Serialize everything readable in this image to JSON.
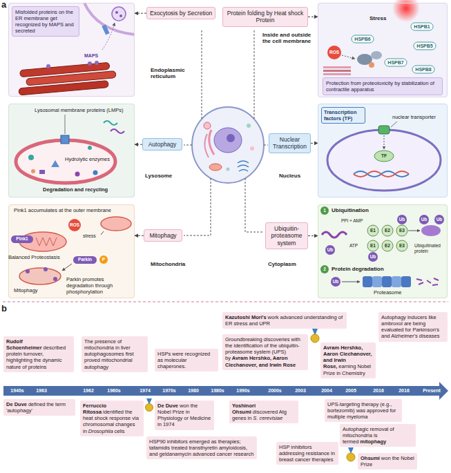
{
  "diagram": {
    "nodes": [
      {
        "text": [
          "Endoplasmic reticulum"
        ]
      },
      {
        "text": [
          "Misfolded proteins on the ER membrane get recognized by MAPS and secreted"
        ],
        "in": 0
      },
      {
        "text": [
          "Exocytosis by Secretion"
        ]
      },
      {
        "text": [
          "Protein folding by Heat shock Protein"
        ]
      },
      {
        "text": [
          "Inside and outside the cell membrane"
        ]
      },
      {
        "text": [
          "Protection from proteotoxicity by stabilization of contractile apparatus"
        ],
        "in": 4
      },
      {
        "text": [
          "Autophagy"
        ]
      },
      {
        "text": [
          "Nuclear Transcription"
        ]
      },
      {
        "text": [
          "Lysosome"
        ]
      },
      {
        "text": [
          "Nucleus"
        ]
      },
      {
        "text": [
          "Transcription factors (TF)"
        ],
        "in": 9
      },
      {
        "text": [
          "Mitochondria"
        ]
      },
      {
        "text": [
          "Mitophagy"
        ]
      },
      {
        "text": [
          "Ubiquitin-proteasome system"
        ]
      },
      {
        "text": [
          "Cytoplasm"
        ]
      },
      {
        "text": [
          "Rudolf Schoenheimer",
          "described protein turnover, highlighting the dynamic nature of proteins"
        ]
      },
      {
        "text": [
          "De Duve",
          "defined the term 'autophagy'"
        ]
      },
      {
        "text": [
          "The presence of mitochondria in liver autophagosomes first proved mitochondrial autophagy"
        ]
      },
      {
        "text": [
          "Ferruccio Ritossa",
          "identified the heat shock response via chromosomal changes in",
          "Drosophila",
          "cells"
        ]
      },
      {
        "text": [
          "HSPs were recognized as molecular chaperones."
        ]
      },
      {
        "text": [
          "De Duve",
          "won the Nobel Prize in Physiology or Medicine in 1974"
        ]
      },
      {
        "text": [
          "HSP90 inhibitors emerged as therapies; tafamidis treated transthyretin amyloidosis, and geldanamycin advanced cancer research"
        ]
      },
      {
        "text": [
          "Kazutoshi Mori's",
          "work advanced understanding of ER stress and UPR"
        ]
      },
      {
        "text": [
          "Groundbreaking discoveries with the identification of the ubiquitin-proteasome system (UPS) by",
          "Avram Hershko, Aaron Ciechanover, and Irwin Rose"
        ]
      },
      {
        "text": [
          "Yoshinori Ohsumi",
          "discovered Atg genes in",
          "S. cerevisiae"
        ]
      },
      {
        "text": [
          "HSP inhibitors addressing resistance in breast cancer therapies"
        ]
      },
      {
        "text": [
          "Avram Hershko, Aaron Ciechanover, and Irwin Rose,",
          "earning Nobel Prize in Chemistry"
        ]
      },
      {
        "text": [
          "UPS-targeting therapy (e.g., bortezomib) was approved for multiple myeloma"
        ]
      },
      {
        "text": [
          "Autophagic removal of mitochondria is termed",
          "mitophagy"
        ]
      },
      {
        "text": [
          "Autophagy inducers like ambroxol are being evaluated for Parkinson's and Alzheimer's diseases"
        ]
      },
      {
        "text": [
          "Ohsumi",
          "won the Nobel Prize"
        ]
      }
    ],
    "edges": [
      {
        "from": 2,
        "to": 0,
        "arrow": "to"
      },
      {
        "from": 3,
        "to": 4,
        "arrow": "to"
      },
      {
        "from": 6,
        "to": 8,
        "arrow": "to"
      },
      {
        "from": 7,
        "to": 9,
        "arrow": "to"
      },
      {
        "from": 12,
        "to": 11,
        "arrow": "to"
      },
      {
        "from": 13,
        "to": 14,
        "arrow": "to"
      }
    ],
    "labels": [
      "a",
      "MAPS",
      "Stress",
      "ROS",
      "HSPB1",
      "HSPB6",
      "HSPB5",
      "HSPB7",
      "HSPB8",
      "Lysosomal membrane proteins (LMPs)",
      "Hydrolytic enzymes",
      "Degradation and recycling",
      "nuclear transporter",
      "TF",
      "Pink1 accumulates at the outer membrane",
      "ROS",
      "stress",
      "Pink1",
      "Balanced Proteostasis",
      "Parkin",
      "P",
      "Mitophagy",
      "Parkin promotes degradation through phosphorylation",
      "1",
      "Ubiquitination",
      "PPi + AMP",
      "ATP",
      "E1",
      "E2",
      "E3",
      "E1",
      "E2",
      "E3",
      "Ub",
      "Ub",
      "Ub",
      "Ub",
      "Ub",
      "Ubiquitinated protein",
      "2",
      "Protein degradation",
      "Ub",
      "Proteasome",
      "b",
      "1940s",
      "1963",
      "1962",
      "1960s",
      "1974",
      "1970s",
      "1980",
      "1980s",
      "1990s",
      "2000s",
      "2003",
      "2004",
      "2005",
      "2016",
      "2016",
      "Present"
    ]
  }
}
